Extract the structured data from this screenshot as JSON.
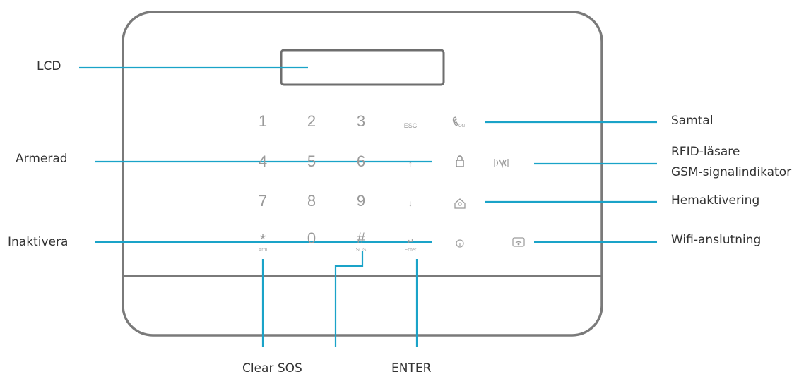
{
  "colors": {
    "leader": "#1aa3c8",
    "device_outline": "#7a7a7a",
    "key_text": "#9a9a9a",
    "label_text": "#333333"
  },
  "labels": {
    "lcd": "LCD",
    "armed": "Armerad",
    "disarm": "Inaktivera",
    "call": "Samtal",
    "rfid": "RFID-läsare",
    "gsm": "GSM-signalindikator",
    "home": "Hemaktivering",
    "wifi": "Wifi-anslutning",
    "clear_sos": "Clear SOS",
    "enter": "ENTER"
  },
  "keypad": {
    "row1": [
      "1",
      "2",
      "3",
      "ESC"
    ],
    "row2": [
      "4",
      "5",
      "6",
      "↑"
    ],
    "row3": [
      "7",
      "8",
      "9",
      "↓"
    ],
    "row4": [
      "*",
      "0",
      "#",
      "↵"
    ],
    "row4_sub": [
      "Arm",
      "",
      "SOS",
      "Enter"
    ]
  },
  "icons": {
    "call": "phone-icon",
    "armed": "lock-icon",
    "rfid": "rfid-icon",
    "home": "home-icon",
    "disarm": "unlock-icon",
    "wifi": "wifi-icon"
  }
}
